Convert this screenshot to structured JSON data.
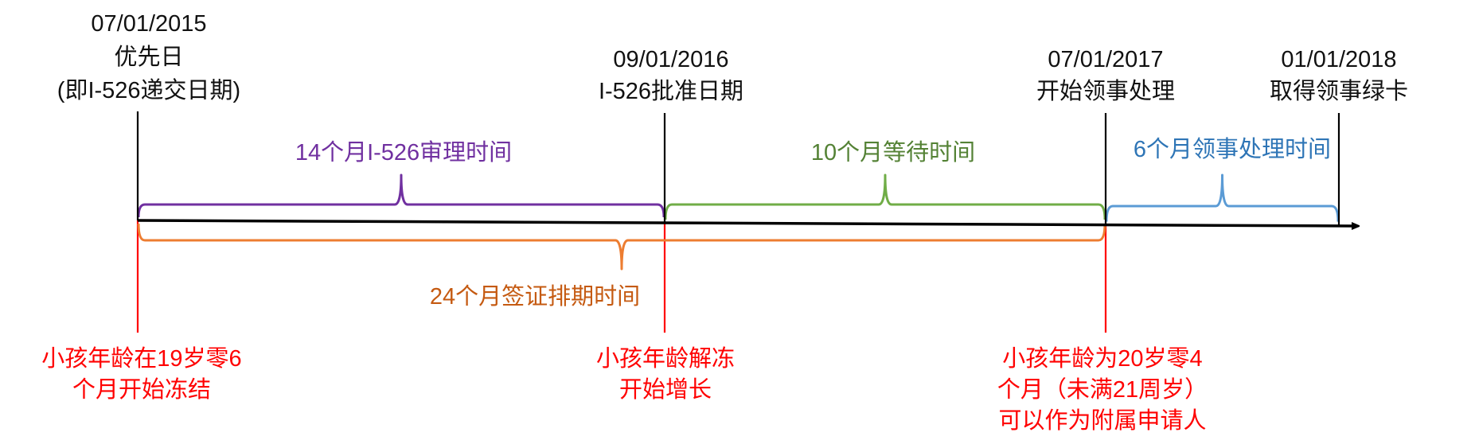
{
  "milestones": [
    {
      "date": "07/01/2015",
      "lines": [
        "优先日",
        "(即I-526递交日期)"
      ]
    },
    {
      "date": "09/01/2016",
      "lines": [
        "I-526批准日期"
      ]
    },
    {
      "date": "07/01/2017",
      "lines": [
        "开始领事处理"
      ]
    },
    {
      "date": "01/01/2018",
      "lines": [
        "取得领事绿卡"
      ]
    }
  ],
  "spans": [
    {
      "label": "14个月I-526审理时间",
      "months": 14,
      "from": 0,
      "to": 1,
      "line_color": "#7030A0",
      "text_color": "#7030A0",
      "side": "above"
    },
    {
      "label": "10个月等待时间",
      "months": 10,
      "from": 1,
      "to": 2,
      "line_color": "#70AD47",
      "text_color": "#548235",
      "side": "above"
    },
    {
      "label": "6个月领事处理时间",
      "months": 6,
      "from": 2,
      "to": 3,
      "line_color": "#5B9BD5",
      "text_color": "#2E75B6",
      "side": "above"
    },
    {
      "label": "24个月签证排期时间",
      "months": 24,
      "from": 0,
      "to": 2,
      "line_color": "#ED7D31",
      "text_color": "#C55A11",
      "side": "below"
    }
  ],
  "notes": [
    {
      "at": 0,
      "lines": [
        "小孩年龄在19岁零6",
        "个月开始冻结"
      ]
    },
    {
      "at": 1,
      "lines": [
        "小孩年龄解冻",
        "开始增长"
      ]
    },
    {
      "at": 2,
      "lines": [
        "小孩年龄为20岁零4",
        "个月（未满21周岁）",
        "可以作为附属申请人"
      ]
    }
  ],
  "colors": {
    "axis": "#000000",
    "note": "#FF0000"
  }
}
